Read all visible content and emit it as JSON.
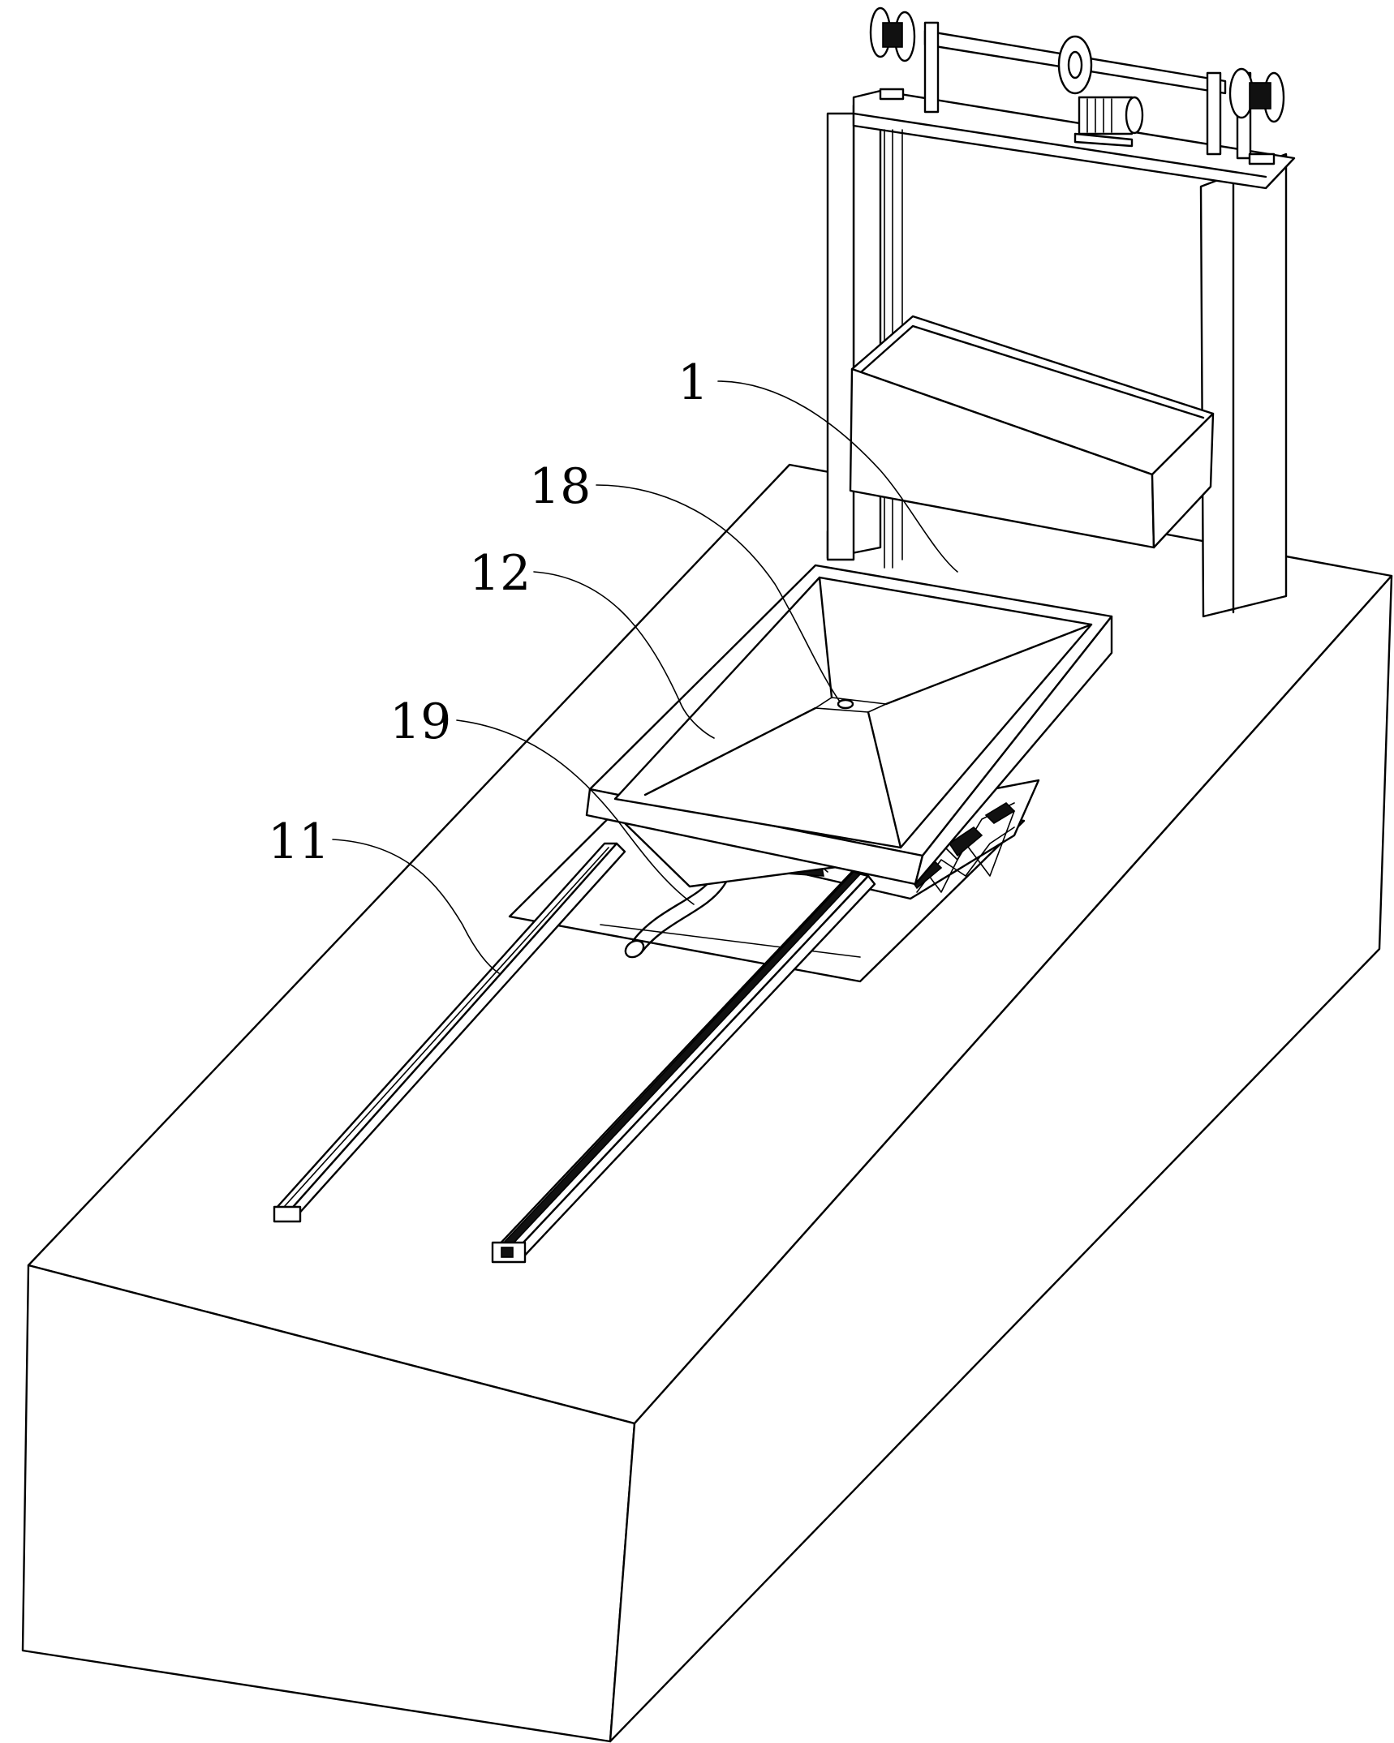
{
  "figure": {
    "callouts": [
      {
        "id": "c1",
        "text": "1"
      },
      {
        "id": "c18",
        "text": "18"
      },
      {
        "id": "c12",
        "text": "12"
      },
      {
        "id": "c19",
        "text": "19"
      },
      {
        "id": "c11",
        "text": "11"
      }
    ]
  }
}
